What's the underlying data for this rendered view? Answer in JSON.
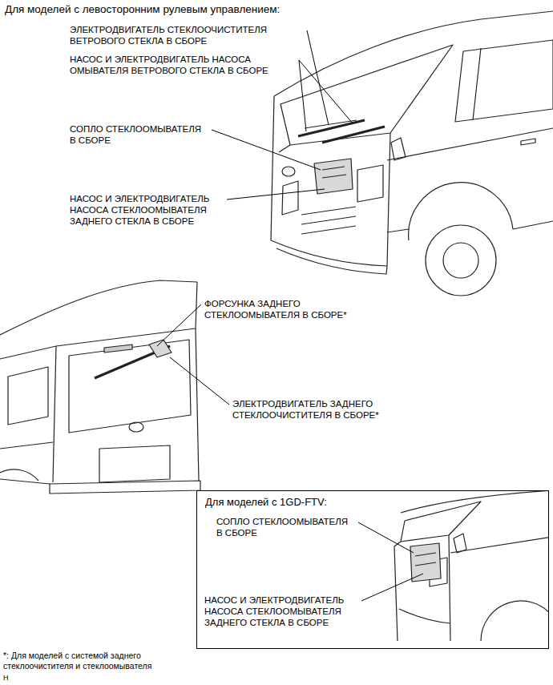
{
  "diagram": {
    "title": "Для моделей с левосторонним рулевым управлением:",
    "caption": "*: Для моделей с системой заднего стеклоочистителя и стеклоомывателя",
    "nodes": [
      {
        "text": [
          "Для моделей с 1GD-FTV:",
          "СОПЛО СТЕКЛООМЫВАТЕЛЯ В СБОРЕ",
          "НАСОС И ЭЛЕКТРОДВИГАТЕЛЬ НАСОСА СТЕКЛООМЫВАТЕЛЯ ЗАДНЕГО СТЕКЛА В СБОРЕ"
        ]
      }
    ],
    "labels": [
      "ЭЛЕКТРОДВИГАТЕЛЬ СТЕКЛООЧИСТИТЕЛЯ ВЕТРОВОГО СТЕКЛА В СБОРЕ",
      "НАСОС И ЭЛЕКТРОДВИГАТЕЛЬ НАСОСА ОМЫВАТЕЛЯ ВЕТРОВОГО СТЕКЛА В СБОРЕ",
      "СОПЛО СТЕКЛООМЫВАТЕЛЯ В СБОРЕ",
      "НАСОС И ЭЛЕКТРОДВИГАТЕЛЬ НАСОСА СТЕКЛООМЫВАТЕЛЯ ЗАДНЕГО СТЕКЛА В СБОРЕ",
      "ФОРСУНКА ЗАДНЕГО СТЕКЛООМЫВАТЕЛЯ В СБОРЕ*",
      "ЭЛЕКТРОДВИГАТЕЛЬ ЗАДНЕГО СТЕКЛООЧИСТИТЕЛЯ В СБОРЕ*",
      "H"
    ]
  }
}
